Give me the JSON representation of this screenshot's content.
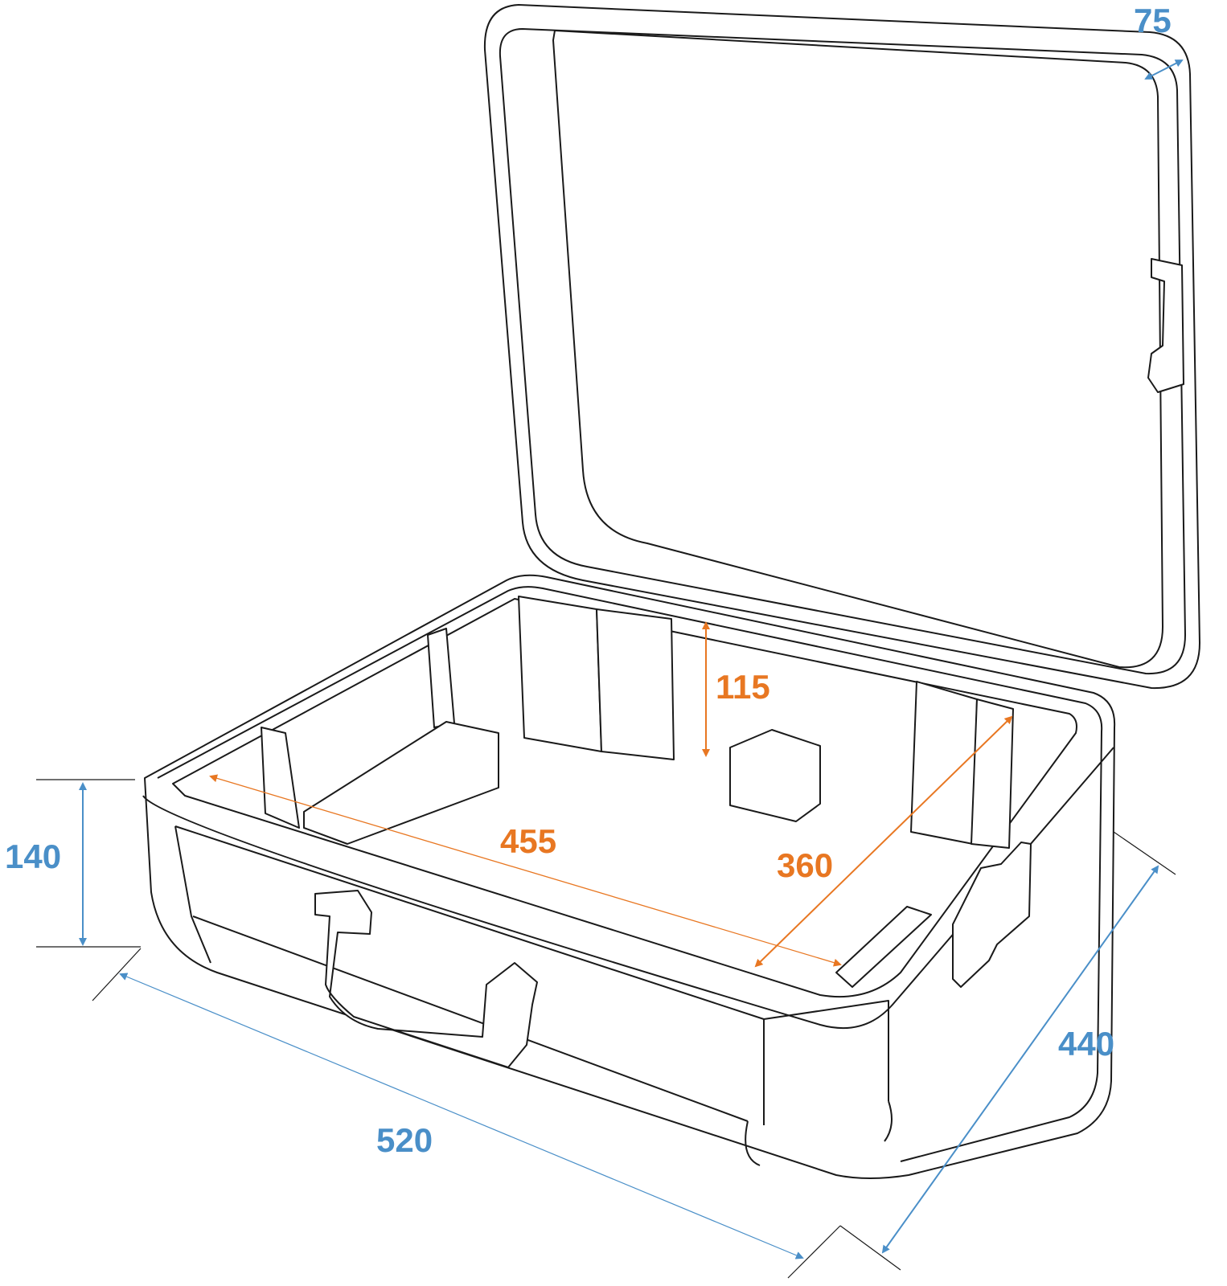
{
  "colors": {
    "outer_dimension": "#4a8fc8",
    "inner_dimension": "#e87722",
    "outline": "#1a1a1a"
  },
  "outer_dimensions": {
    "lid_depth": "75",
    "height": "140",
    "width": "520",
    "depth": "440"
  },
  "inner_dimensions": {
    "height": "115",
    "width": "455",
    "depth": "360"
  }
}
